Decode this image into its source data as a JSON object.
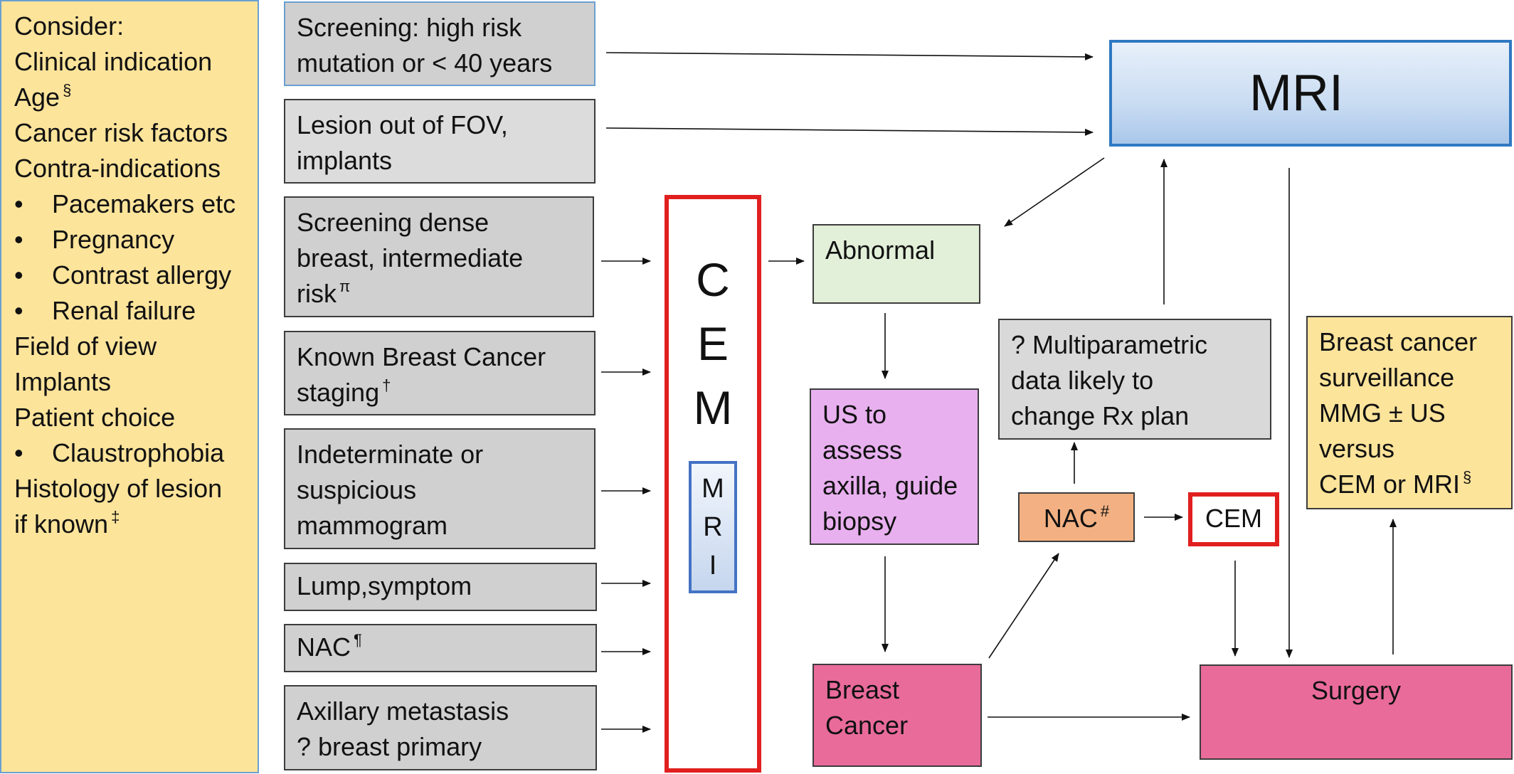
{
  "consider": {
    "lines": [
      {
        "text": "Consider:",
        "bullet": false,
        "sup": ""
      },
      {
        "text": "Clinical indication",
        "bullet": false,
        "sup": ""
      },
      {
        "text": "Age",
        "bullet": false,
        "sup": "§"
      },
      {
        "text": "Cancer risk factors",
        "bullet": false,
        "sup": ""
      },
      {
        "text": "Contra-indications",
        "bullet": false,
        "sup": ""
      },
      {
        "text": "Pacemakers etc",
        "bullet": true,
        "sup": ""
      },
      {
        "text": "Pregnancy",
        "bullet": true,
        "sup": ""
      },
      {
        "text": "Contrast allergy",
        "bullet": true,
        "sup": ""
      },
      {
        "text": "Renal failure",
        "bullet": true,
        "sup": ""
      },
      {
        "text": "Field of view",
        "bullet": false,
        "sup": ""
      },
      {
        "text": "Implants",
        "bullet": false,
        "sup": ""
      },
      {
        "text": "Patient choice",
        "bullet": false,
        "sup": ""
      },
      {
        "text": "Claustrophobia",
        "bullet": true,
        "sup": ""
      },
      {
        "text": "Histology of lesion",
        "bullet": false,
        "sup": ""
      },
      {
        "text": "if known",
        "bullet": false,
        "sup": "‡"
      }
    ],
    "bullet_char": "•"
  },
  "indications": {
    "screening_high_risk": {
      "l1": "Screening: high risk",
      "l2": "mutation or < 40 years"
    },
    "lesion_fov": {
      "l1": "Lesion out of FOV,",
      "l2": "implants"
    },
    "screening_dense": {
      "l1": "Screening dense",
      "l2": "breast, intermediate",
      "l3": "risk",
      "sup": "π"
    },
    "known_cancer": {
      "l1": "Known Breast Cancer",
      "l2": "staging",
      "sup": "†"
    },
    "indeterminate": {
      "l1": "Indeterminate or",
      "l2": "suspicious",
      "l3": "mammogram"
    },
    "lump": {
      "l1": "Lump,symptom"
    },
    "nac": {
      "l1": "NAC",
      "sup": "¶"
    },
    "axillary": {
      "l1": "Axillary metastasis",
      "l2": "? breast primary"
    }
  },
  "modalities": {
    "mri_main": "MRI",
    "cem_letters": [
      "C",
      "E",
      "M"
    ],
    "mri_inner_letters": [
      "M",
      "R",
      "I"
    ]
  },
  "flow": {
    "abnormal": "Abnormal",
    "us": {
      "l1": "US to",
      "l2": "assess",
      "l3": "axilla, guide",
      "l4": "biopsy"
    },
    "breast_cancer": {
      "l1": "Breast",
      "l2": "Cancer"
    },
    "multiparametric": {
      "l1": "? Multiparametric",
      "l2": "data likely to",
      "l3": "change Rx plan"
    },
    "nac": {
      "text": "NAC",
      "sup": "#"
    },
    "cem": "CEM",
    "surveillance": {
      "l1": "Breast cancer",
      "l2": "surveillance",
      "l3": "MMG ± US",
      "l4": "versus",
      "l5": "CEM or MRI",
      "sup": "§"
    },
    "surgery": "Surgery"
  },
  "colors": {
    "consider_bg": "#fde49b",
    "indication_bg": "#d0d0d0",
    "cem_border": "#e11f1f",
    "mri_border": "#2f78c2",
    "abnormal_bg": "#e2efd9",
    "us_bg": "#e8b0ef",
    "cancer_bg": "#e96b9a",
    "nac_bg": "#f3b183"
  }
}
